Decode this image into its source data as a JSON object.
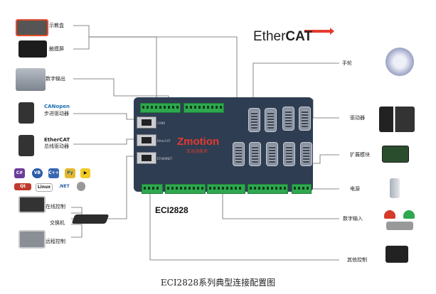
{
  "labels": {
    "teach_box": "示教盒",
    "touch_screen": "触摸屏",
    "digital_output": "数字输出",
    "canopen_servo": "步进驱动器",
    "canopen_logo": "CANopen",
    "ethercat_servo": "总线驱动器",
    "ethercat_small": "EtherCAT",
    "online_control": "在线控制",
    "switch": "交换机",
    "remote_control": "远程控制",
    "handwheel": "手轮",
    "driver": "驱动器",
    "expansion": "扩展模块",
    "power": "电源",
    "digital_input": "数字输入",
    "other_control": "其他控制"
  },
  "ethercat_logo": {
    "part1": "Ether",
    "part2": "CAT"
  },
  "controller": {
    "brand": "Zmotion",
    "brand_sub": "正运动技术",
    "model": "ECI2828",
    "port_labels": [
      "CAN0",
      "EtherCAT",
      "ETHERNET"
    ]
  },
  "software_logos": [
    "C#",
    "VB",
    "C++",
    "Py",
    "▶",
    "Qt",
    "Linux",
    ".NET",
    ""
  ],
  "caption": "ECI2828系列典型连接配置图",
  "colors": {
    "accent_red": "#e63a2e",
    "board": "#2e3d52",
    "terminal": "#2fa84f",
    "line": "#666666"
  }
}
